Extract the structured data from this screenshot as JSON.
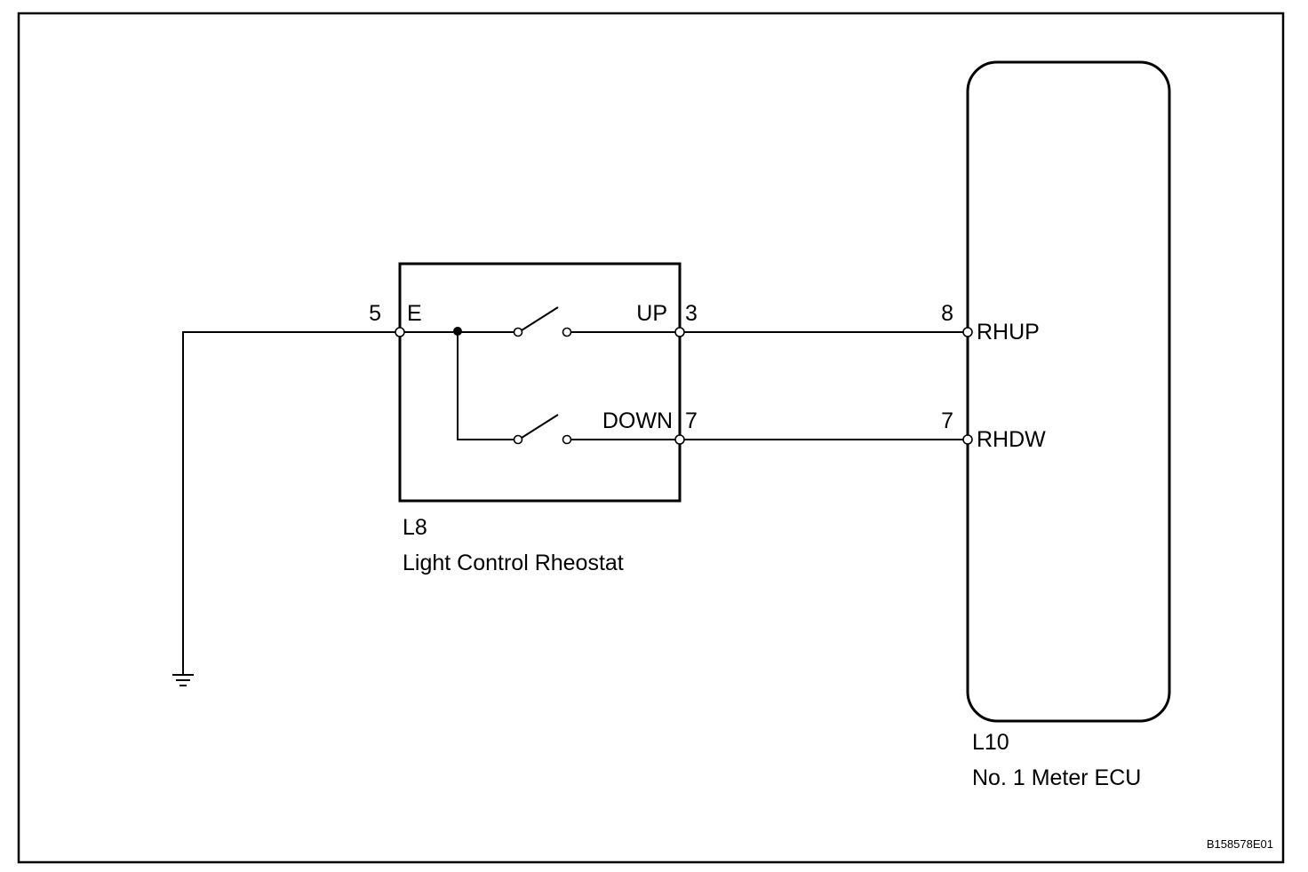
{
  "figure_code": "B158578E01",
  "rheostat": {
    "connector": "L8",
    "name": "Light Control Rheostat",
    "pins": {
      "e_num": "5",
      "e_name": "E",
      "up_num": "3",
      "up_name": "UP",
      "down_num": "7",
      "down_name": "DOWN"
    }
  },
  "ecu": {
    "connector": "L10",
    "name": "No. 1 Meter ECU",
    "pins": {
      "rhup_num": "8",
      "rhup_name": "RHUP",
      "rhdw_num": "7",
      "rhdw_name": "RHDW"
    }
  },
  "colors": {
    "line": "#000000",
    "background": "#ffffff"
  }
}
